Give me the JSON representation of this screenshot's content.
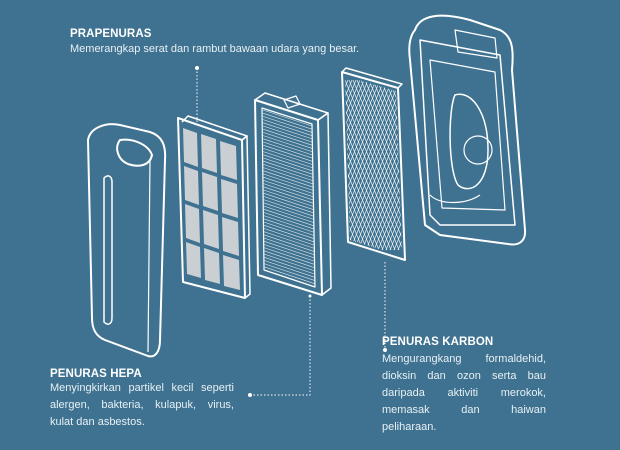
{
  "colors": {
    "background": "#3e7290",
    "line": "#ffffff",
    "filter_cell": "#c9cfd3"
  },
  "prefilter": {
    "title": "PRAPENURAS",
    "description": "Memerangkap serat dan rambut bawaan udara yang besar."
  },
  "hepa": {
    "title": "PENURAS HEPA",
    "description": "Menyingkirkan partikel kecil seperti alergen, bakteria, kulapuk, virus, kulat dan asbestos."
  },
  "carbon": {
    "title": "PENURAS KARBON",
    "description": "Mengurangkang formaldehid, dioksin dan ozon serta bau daripada aktiviti merokok, memasak dan haiwan peliharaan."
  }
}
